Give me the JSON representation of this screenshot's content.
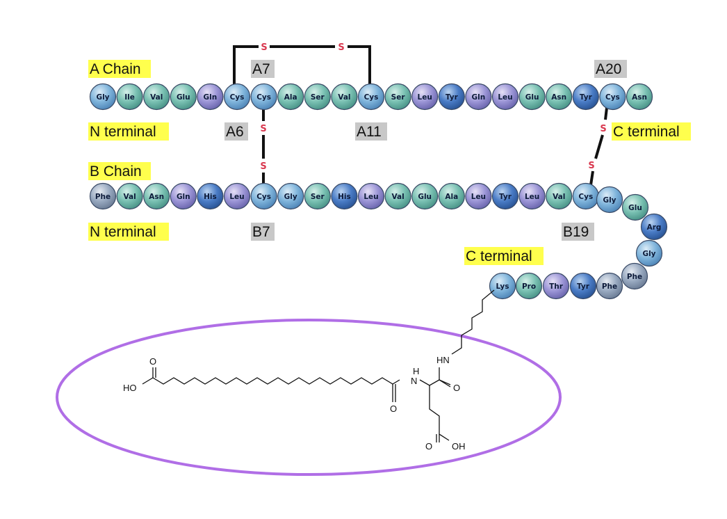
{
  "labels": {
    "a_chain": "A Chain",
    "b_chain": "B Chain",
    "a_n_terminal": "N terminal",
    "a_c_terminal": "C terminal",
    "b_n_terminal": "N terminal",
    "b_c_terminal": "C terminal",
    "a7": "A7",
    "a20": "A20",
    "a6": "A6",
    "a11": "A11",
    "b7": "B7",
    "b19": "B19"
  },
  "sulfur": "S",
  "a_chain_residues": [
    "Gly",
    "Ile",
    "Val",
    "Glu",
    "Gln",
    "Cys",
    "Cys",
    "Ala",
    "Ser",
    "Val",
    "Cys",
    "Ser",
    "Leu",
    "Tyr",
    "Gln",
    "Leu",
    "Glu",
    "Asn",
    "Tyr",
    "Cys",
    "Asn"
  ],
  "b_chain_residues": [
    "Phe",
    "Val",
    "Asn",
    "Gln",
    "His",
    "Leu",
    "Cys",
    "Gly",
    "Ser",
    "His",
    "Leu",
    "Val",
    "Glu",
    "Ala",
    "Leu",
    "Tyr",
    "Leu",
    "Val",
    "Cys",
    "Gly",
    "Glu",
    "Arg",
    "Gly",
    "Phe",
    "Phe",
    "Tyr",
    "Thr",
    "Pro",
    "Lys"
  ],
  "chemistry": {
    "ho_left": "HO",
    "o_acid_left": "O",
    "o_amide": "O",
    "nh_top": "H",
    "n_amide": "N",
    "hn_lys": "HN",
    "o_right": "O",
    "o_bottom": "O",
    "oh_bottom": "OH"
  },
  "colors": {
    "highlight": "#ffff4d",
    "gray_box": "#c8c8c8",
    "sulfur": "#d9384f",
    "ellipse": "#b06ee6"
  }
}
